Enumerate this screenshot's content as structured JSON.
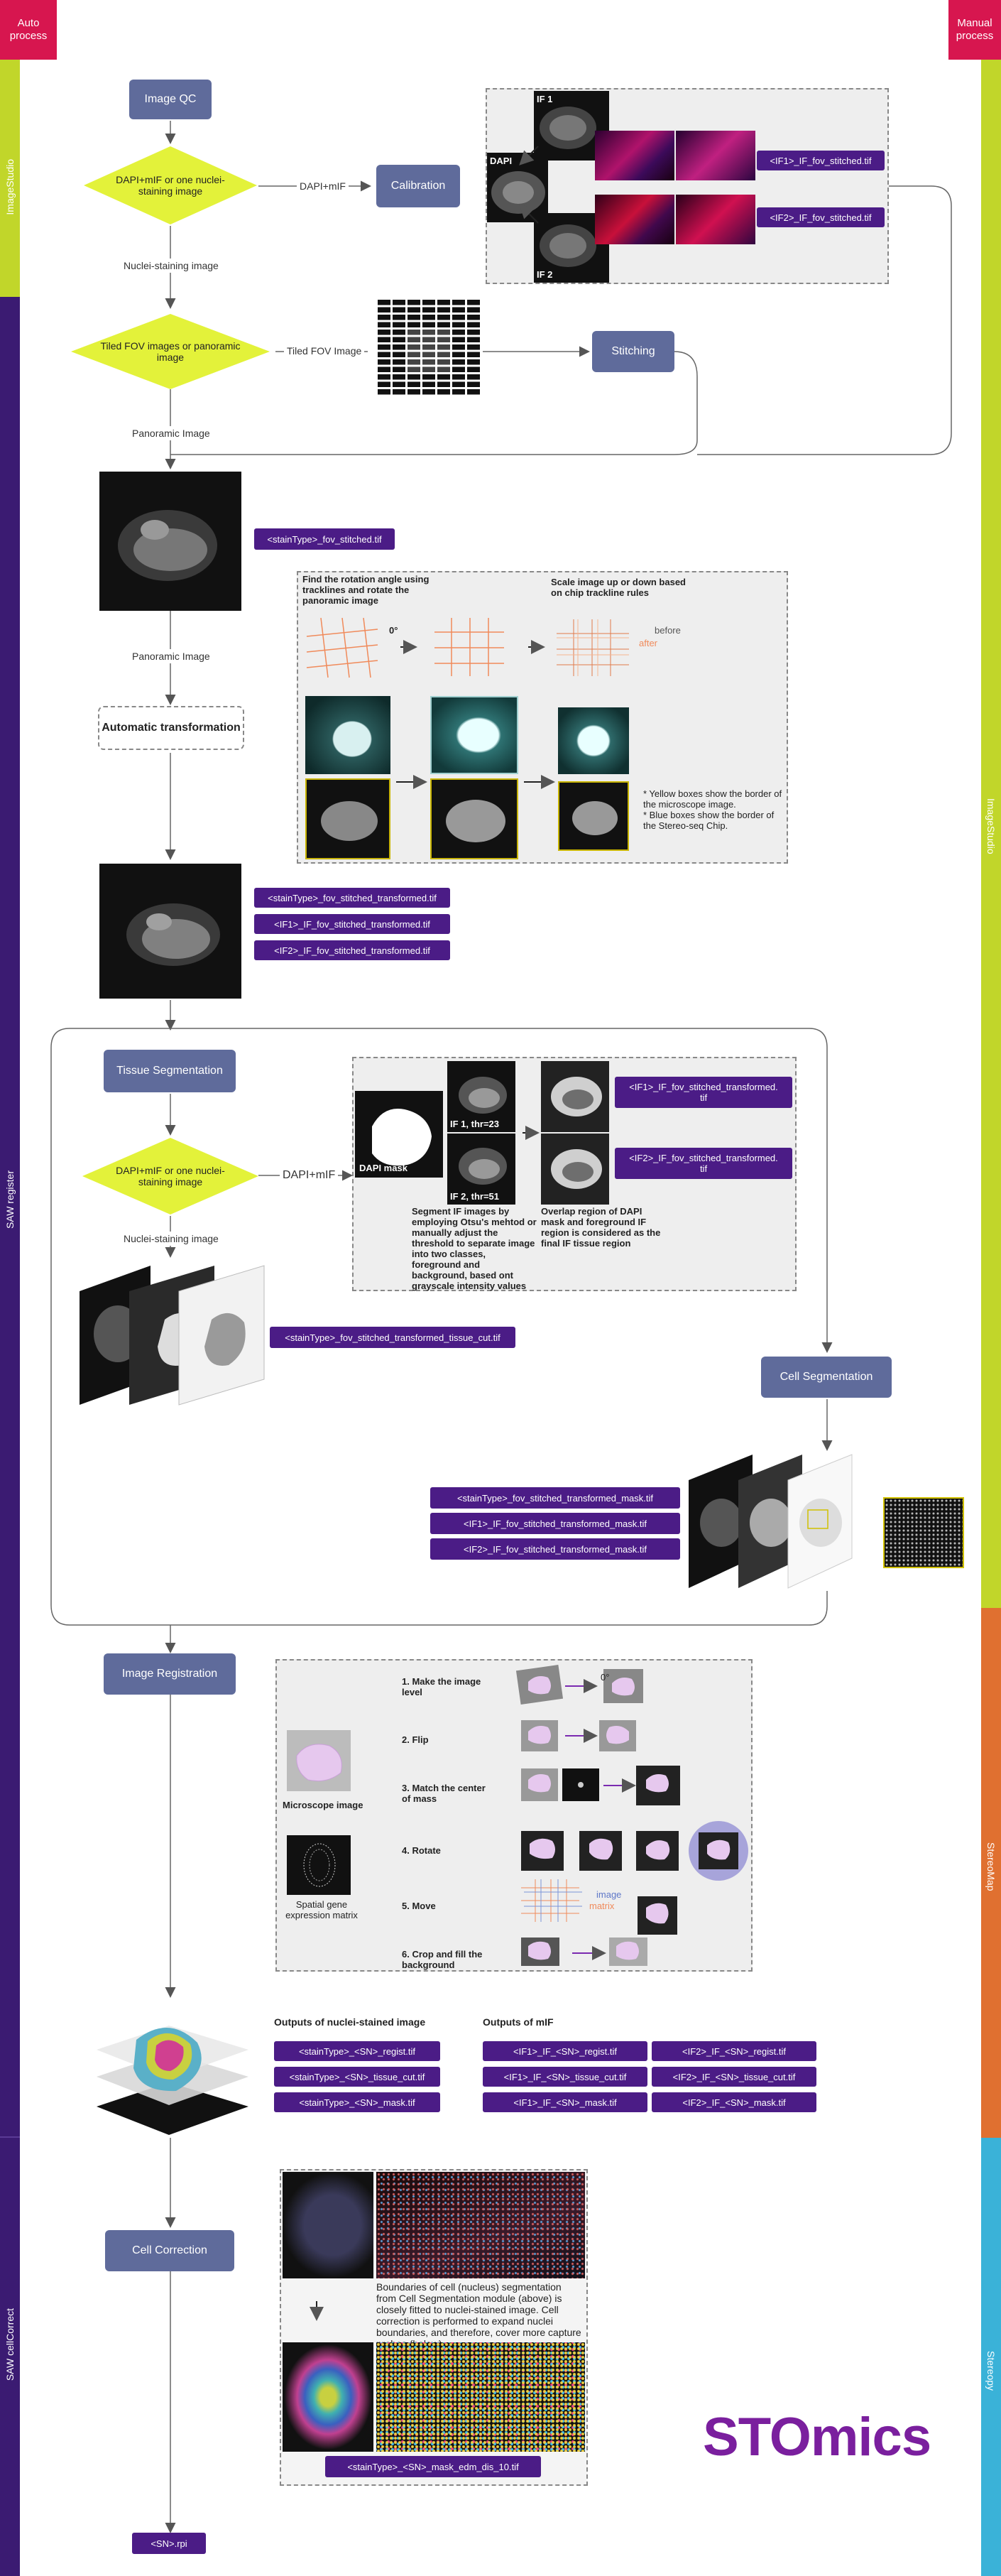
{
  "corners": {
    "left": "Auto\nprocess",
    "right": "Manual\nprocess"
  },
  "sidebars": {
    "left_imagestudio": "ImageStudio",
    "left_saw_register": "SAW register",
    "left_saw_cellcorrect": "SAW cellCorrect",
    "right_imagestudio": "ImageStudio",
    "right_stereomap": "StereoMap",
    "right_stereopy": "Stereopy"
  },
  "colors": {
    "brand_red": "#d7164f",
    "lime": "#c1d62a",
    "purple_bar": "#3b1b72",
    "orange": "#e07030",
    "cyan": "#3ab2d8",
    "process_box": "#5f6b9b",
    "file_tag": "#4b1c86",
    "diamond": "#e3f23a"
  },
  "steps": {
    "image_qc": "Image QC",
    "calibration": "Calibration",
    "stitching": "Stitching",
    "automatic_transformation": "Automatic transformation",
    "tissue_segmentation": "Tissue Segmentation",
    "cell_segmentation": "Cell Segmentation",
    "image_registration": "Image Registration",
    "cell_correction": "Cell Correction"
  },
  "decisions": {
    "d1": "DAPI+mIF or one nuclei-staining image",
    "d2": "Tiled FOV images or panoramic image",
    "d3": "DAPI+mIF or one nuclei-staining image"
  },
  "edge_labels": {
    "dapi_mif_1": "DAPI+mIF",
    "nuclei_image_1": "Nuclei-staining image",
    "tiled_fov": "Tiled FOV Image",
    "panoramic_1": "Panoramic Image",
    "panoramic_2": "Panoramic Image",
    "dapi_mif_2": "DAPI+mIF",
    "nuclei_image_2": "Nuclei-staining image"
  },
  "files": {
    "if1_stitched": "<IF1>_IF_fov_stitched.tif",
    "if2_stitched": "<IF2>_IF_fov_stitched.tif",
    "fov_stitched": "<stainType>_fov_stitched.tif",
    "fov_transformed": "<stainType>_fov_stitched_transformed.tif",
    "if1_transformed": "<IF1>_IF_fov_stitched_transformed.tif",
    "if2_transformed": "<IF2>_IF_fov_stitched_transformed.tif",
    "if1_transformed_seg": "<IF1>_IF_fov_stitched_transformed.\ntif",
    "if2_transformed_seg": "<IF2>_IF_fov_stitched_transformed.\ntif",
    "tissue_cut": "<stainType>_fov_stitched_transformed_tissue_cut.tif",
    "mask": "<stainType>_fov_stitched_transformed_mask.tif",
    "if1_mask": "<IF1>_IF_fov_stitched_transformed_mask.tif",
    "if2_mask": "<IF2>_IF_fov_stitched_transformed_mask.tif",
    "regist": "<stainType>_<SN>_regist.tif",
    "tissue_cut_sn": "<stainType>_<SN>_tissue_cut.tif",
    "mask_sn": "<stainType>_<SN>_mask.tif",
    "if1_regist": "<IF1>_IF_<SN>_regist.tif",
    "if1_tissue_cut": "<IF1>_IF_<SN>_tissue_cut.tif",
    "if1_mask_sn": "<IF1>_IF_<SN>_mask.tif",
    "if2_regist": "<IF2>_IF_<SN>_regist.tif",
    "if2_tissue_cut": "<IF2>_IF_<SN>_tissue_cut.tif",
    "if2_mask_sn": "<IF2>_IF_<SN>_mask.tif",
    "edm": "<stainType>_<SN>_mask_edm_dis_10.tif",
    "rpi": "<SN>.rpi"
  },
  "calibration_panel": {
    "if1": "IF 1",
    "dapi": "DAPI",
    "if2": "IF 2"
  },
  "transform_panel": {
    "find_rotation": "Find the rotation angle using tracklines and rotate the panoramic image",
    "scale": "Scale image up or down based on chip trackline rules",
    "angle": "0°",
    "before": "before",
    "after": "after",
    "note_yellow": "* Yellow boxes show the border of the microscope image.",
    "note_blue": "* Blue boxes show the border of the Stereo-seq Chip."
  },
  "tissue_panel": {
    "dapi_mask": "DAPI mask",
    "if1_thr": "IF 1, thr=23",
    "if2_thr": "IF 2, thr=51",
    "segment_text": "Segment IF images by employing Otsu's mehtod or manually adjust the threshold to separate image into two classes, foreground and background, based ont grayscale intensity values",
    "overlap_text": "Overlap region of DAPI mask and foreground IF region is considered as the final IF tissue region"
  },
  "registration_panel": {
    "microscope_image": "Microscope image",
    "spatial_matrix": "Spatial gene expression matrix",
    "step1": "1. Make the image level",
    "step2": "2. Flip",
    "step3": "3. Match the center of mass",
    "step4": "4. Rotate",
    "step5": "5. Move",
    "step6": "6. Crop and fill the background",
    "angle": "0°",
    "image": "image",
    "matrix": "matrix"
  },
  "outputs": {
    "nuclei_title": "Outputs of nuclei-stained image",
    "mif_title": "Outputs of mIF"
  },
  "cellcorrect_panel": {
    "text": "Boundaries of cell (nucleus) segmentation from Cell Segmentation module (above) is closely fitted to nuclei-stained image. Cell correction is performed to expand nuclei boundaries, and therefore, cover more capture probes (below)."
  },
  "brand": "STOmics"
}
